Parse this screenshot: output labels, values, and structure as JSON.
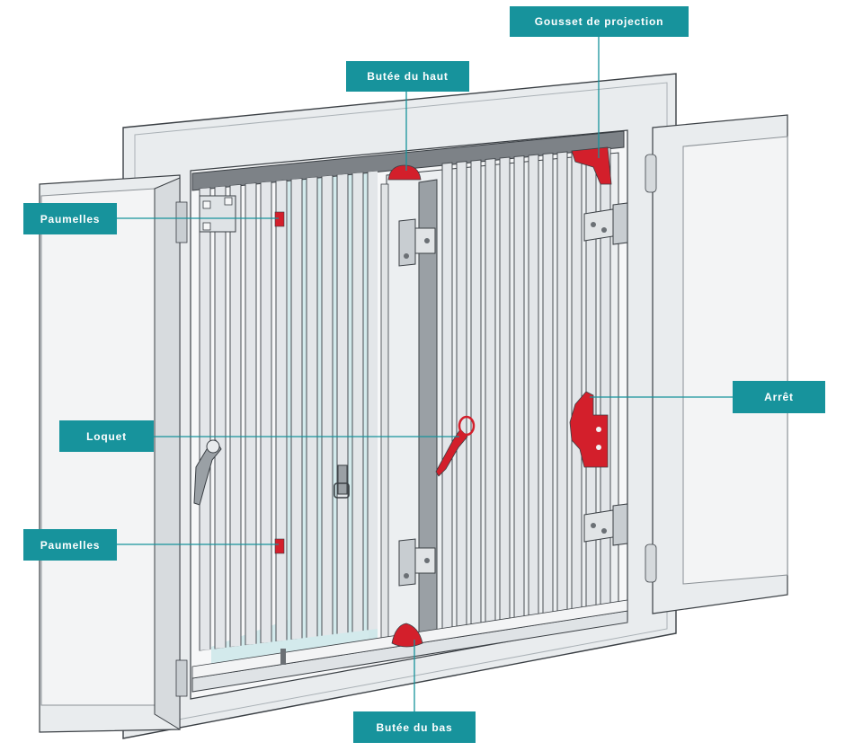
{
  "labels": {
    "gousset": "Gousset de projection",
    "butee_haut": "Butée du haut",
    "paumelles_top": "Paumelles",
    "arret": "Arrêt",
    "loquet": "Loquet",
    "paumelles_bottom": "Paumelles",
    "butee_bas": "Butée du bas"
  },
  "colors": {
    "label_bg": "#17939c",
    "label_text": "#ffffff",
    "leader_line": "#17939c",
    "hardware_red": "#d31f2b",
    "frame": "#e9ecee",
    "frame_shadow": "#c7cdd1",
    "glass": "#f1f3f4",
    "pane_teal": "#cfe8ea",
    "slat": "#dfe3e6",
    "slat_dark": "#4a4f54",
    "outline": "#3a3f44"
  }
}
